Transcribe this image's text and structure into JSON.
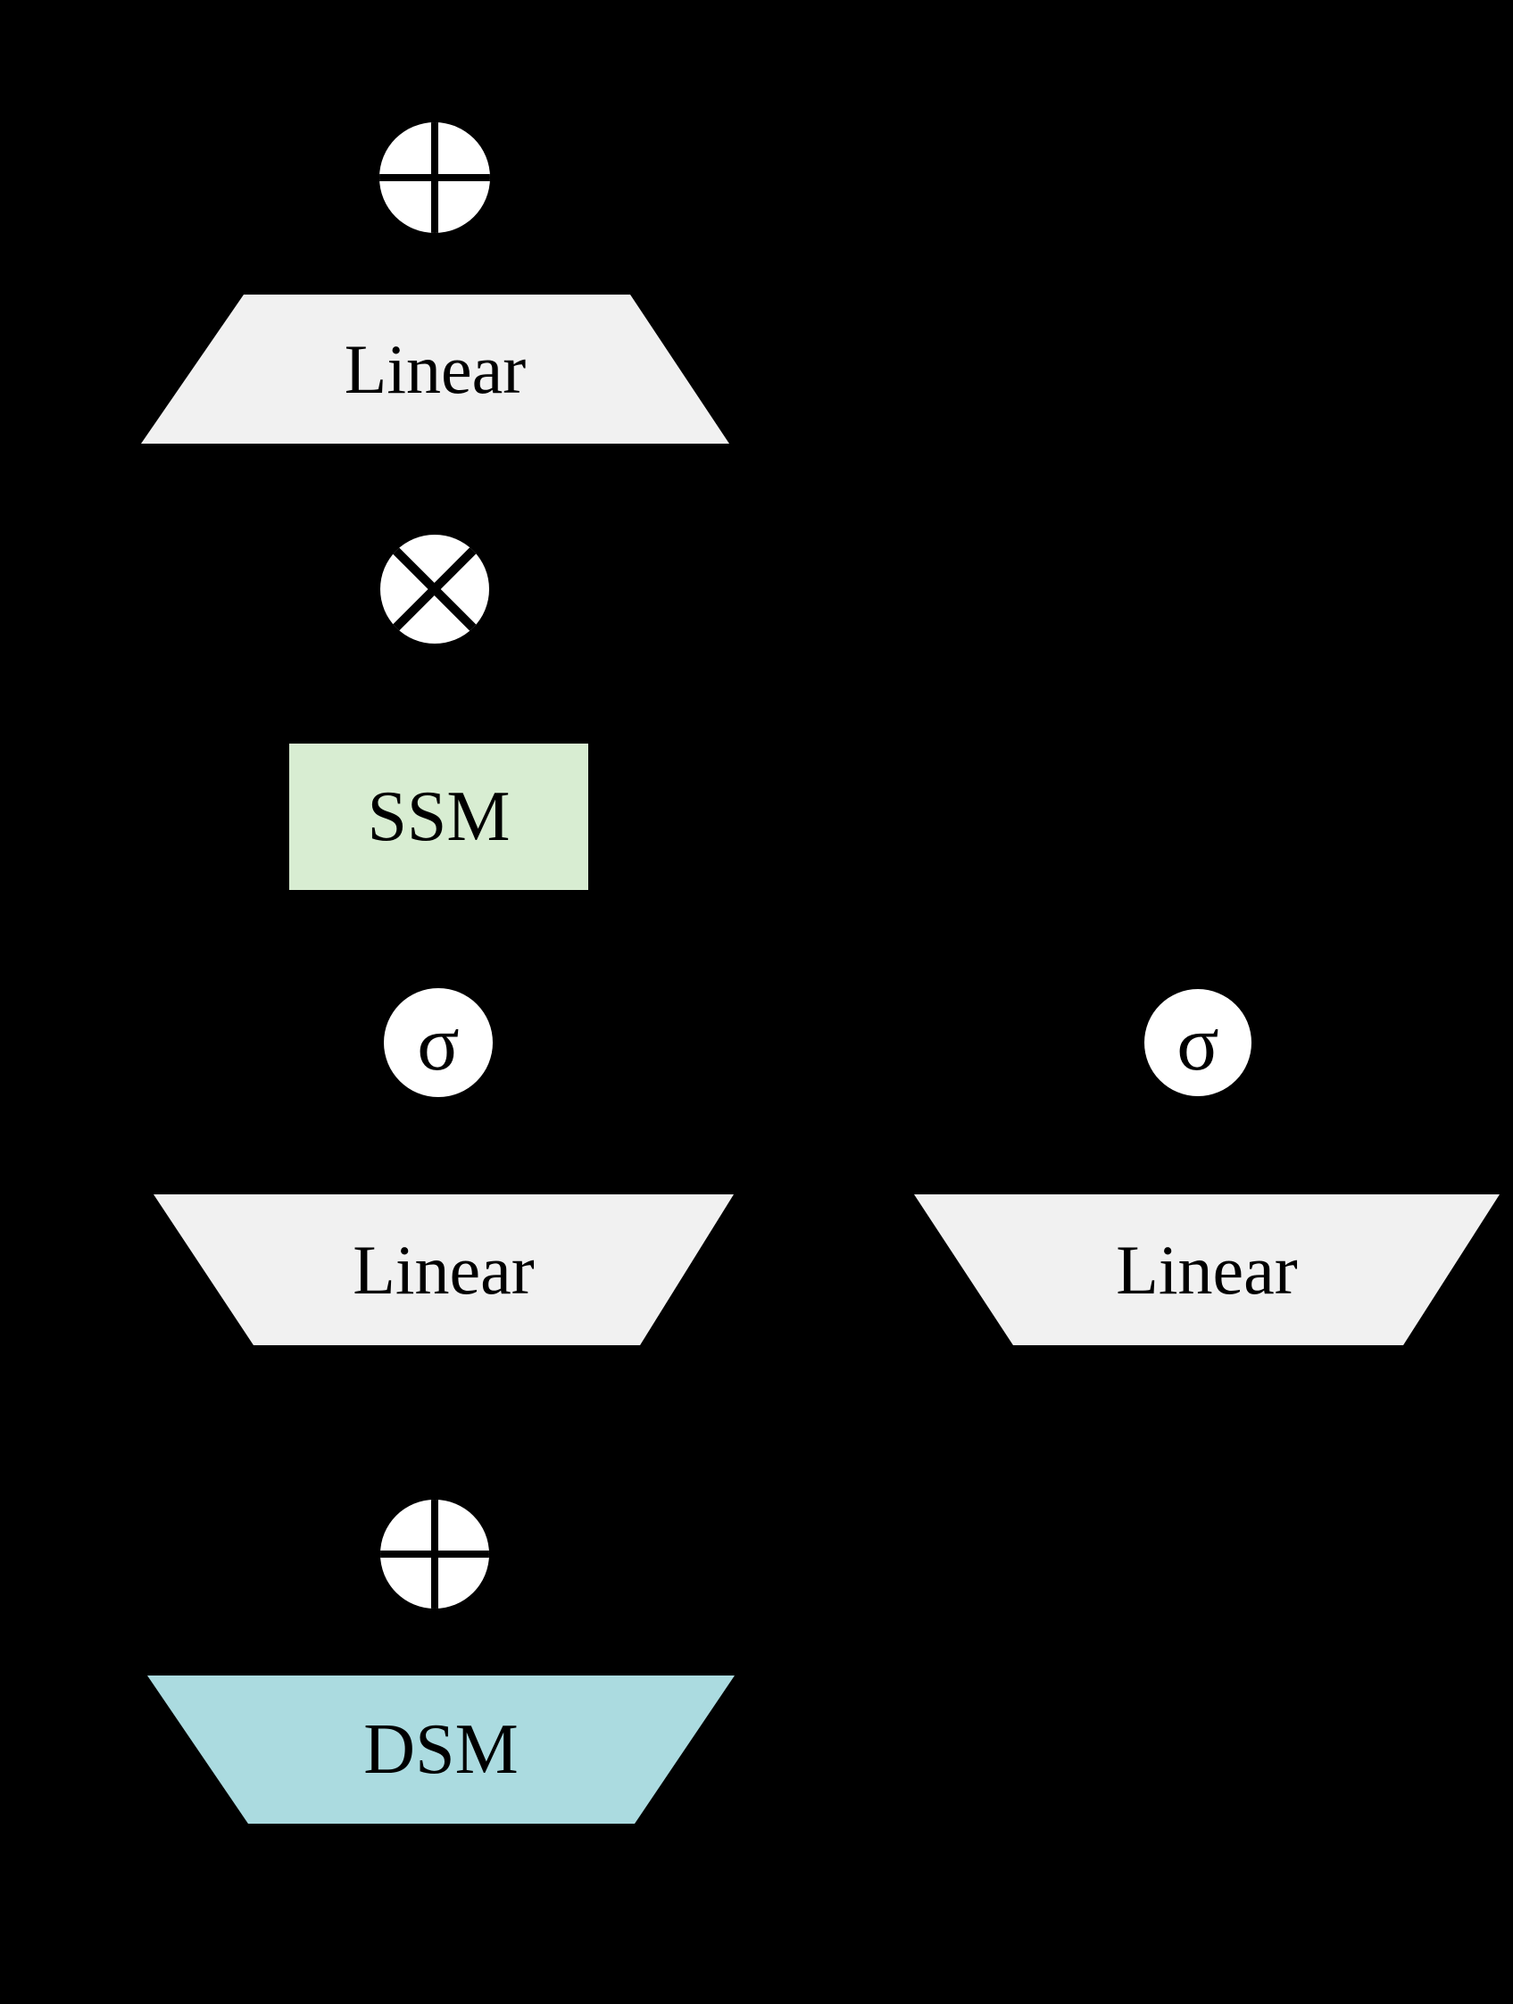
{
  "diagram": {
    "background_color": "#000000",
    "colors": {
      "linear_block_fill": "#f1f1f1",
      "ssm_block_fill": "#d8edd2",
      "dsm_block_fill": "#abdbe0",
      "operator_circle_fill": "#ffffff",
      "stroke_and_text": "#000000"
    },
    "nodes": {
      "output_linear": {
        "label": "Linear"
      },
      "ssm": {
        "label": "SSM"
      },
      "sigma_left": {
        "label": "σ"
      },
      "sigma_right": {
        "label": "σ"
      },
      "input_linear_left": {
        "label": "Linear"
      },
      "input_linear_right": {
        "label": "Linear"
      },
      "dsm": {
        "label": "DSM"
      }
    },
    "operators": {
      "top": "circled-plus",
      "middle": "circled-times",
      "bottom": "circled-plus"
    }
  }
}
